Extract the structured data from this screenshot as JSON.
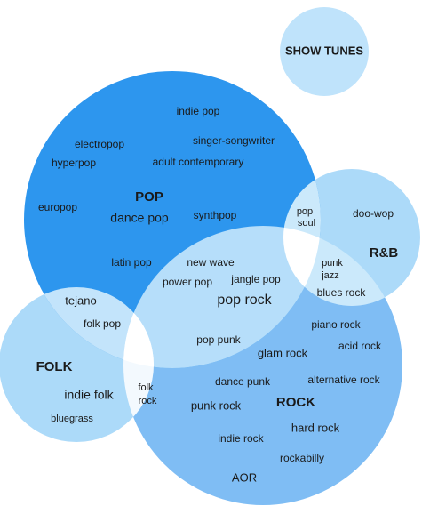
{
  "sets": {
    "show_tunes": {
      "label": "SHOW TUNES",
      "color": "#bfe3fb"
    },
    "pop": {
      "label": "POP",
      "color": "#2d96ee"
    },
    "rnb": {
      "label": "R&B",
      "color": "#acdaf9"
    },
    "folk": {
      "label": "FOLK",
      "color": "#acdaf9"
    },
    "rock": {
      "label": "ROCK",
      "color": "#7fbdf4"
    }
  },
  "overlap_colors": {
    "pop_rock": "#b6defa",
    "pop_rnb": "#cbe9fb",
    "pop_folk": "#c3e4fb",
    "folk_rock": "#f3f9fe",
    "center": "#ffffff"
  },
  "genres": {
    "pop": [
      "indie pop",
      "electropop",
      "singer-songwriter",
      "hyperpop",
      "adult contemporary",
      "europop",
      "dance pop",
      "synthpop",
      "latin pop"
    ],
    "rnb": [
      "doo-wop"
    ],
    "pop_rnb": [
      "pop",
      "soul"
    ],
    "rnb_rock": [
      "punk",
      "jazz",
      "blues rock"
    ],
    "pop_rock": [
      "new wave",
      "power pop",
      "jangle pop",
      "pop rock",
      "pop punk"
    ],
    "pop_folk": [
      "tejano",
      "folk pop"
    ],
    "folk": [
      "indie folk",
      "bluegrass"
    ],
    "folk_rock": [
      "folk",
      "rock"
    ],
    "rock": [
      "piano rock",
      "acid rock",
      "glam rock",
      "alternative rock",
      "dance punk",
      "punk rock",
      "hard rock",
      "indie rock",
      "rockabilly",
      "AOR"
    ]
  }
}
